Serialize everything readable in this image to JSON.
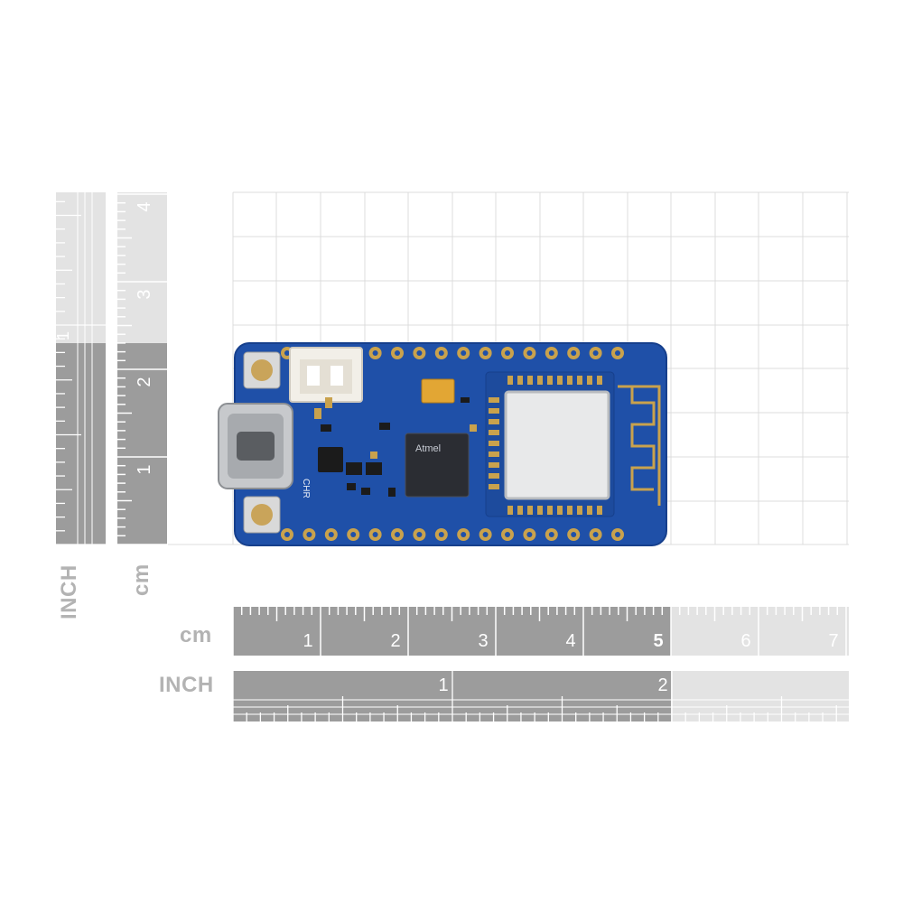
{
  "scale_labels": {
    "horizontal_cm_unit": "cm",
    "horizontal_inch_unit": "INCH",
    "vertical_inch_unit": "INCH",
    "vertical_cm_unit": "cm"
  },
  "horizontal_cm_ticks": [
    "1",
    "2",
    "3",
    "4",
    "5",
    "6",
    "7"
  ],
  "horizontal_inch_ticks": [
    "1",
    "2"
  ],
  "vertical_cm_ticks": [
    "1",
    "2",
    "3",
    "4"
  ],
  "vertical_inch_ticks": [
    "1"
  ],
  "board": {
    "chip_brand": "Atmel",
    "silk_chr": "CHR"
  },
  "colors": {
    "pcb_blue": "#1f50a8",
    "pcb_edge": "#163f8c",
    "pad_gold": "#c9a24d",
    "ruler_dark": "#9c9c9c",
    "ruler_light": "#e3e3e3",
    "grid": "#dcdcdc"
  }
}
